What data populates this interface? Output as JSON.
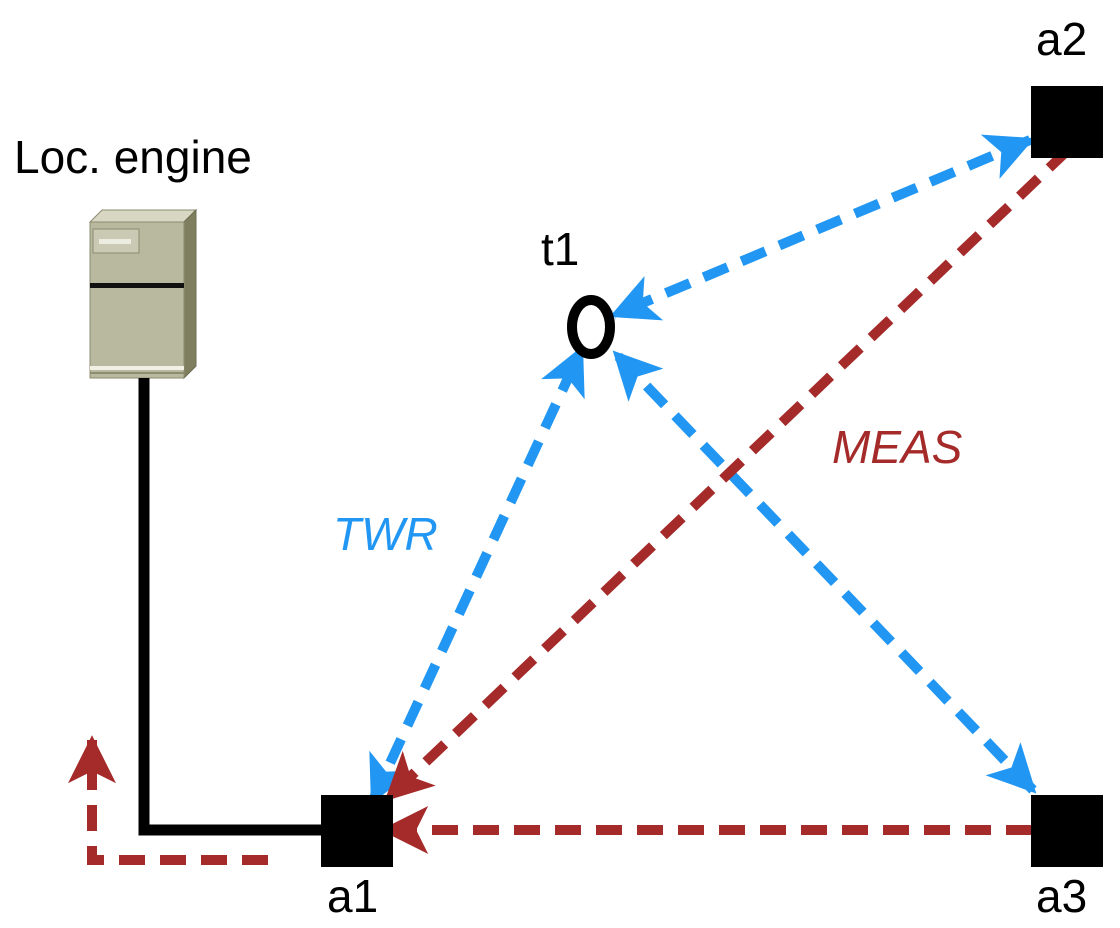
{
  "labels": {
    "engine": "Loc. engine",
    "tag": "t1",
    "anchor1": "a1",
    "anchor2": "a2",
    "anchor3": "a3",
    "twr": "TWR",
    "meas": "MEAS"
  },
  "colors": {
    "twr": "#2196F3",
    "meas": "#A52A2A",
    "node": "#000000",
    "server_body": "#B9B9A0",
    "server_side": "#7F7F5F",
    "server_top": "#D7D7C3"
  },
  "icons": {
    "engine": "server-icon",
    "tag": "tag-ring-icon",
    "anchor": "anchor-square-icon"
  }
}
